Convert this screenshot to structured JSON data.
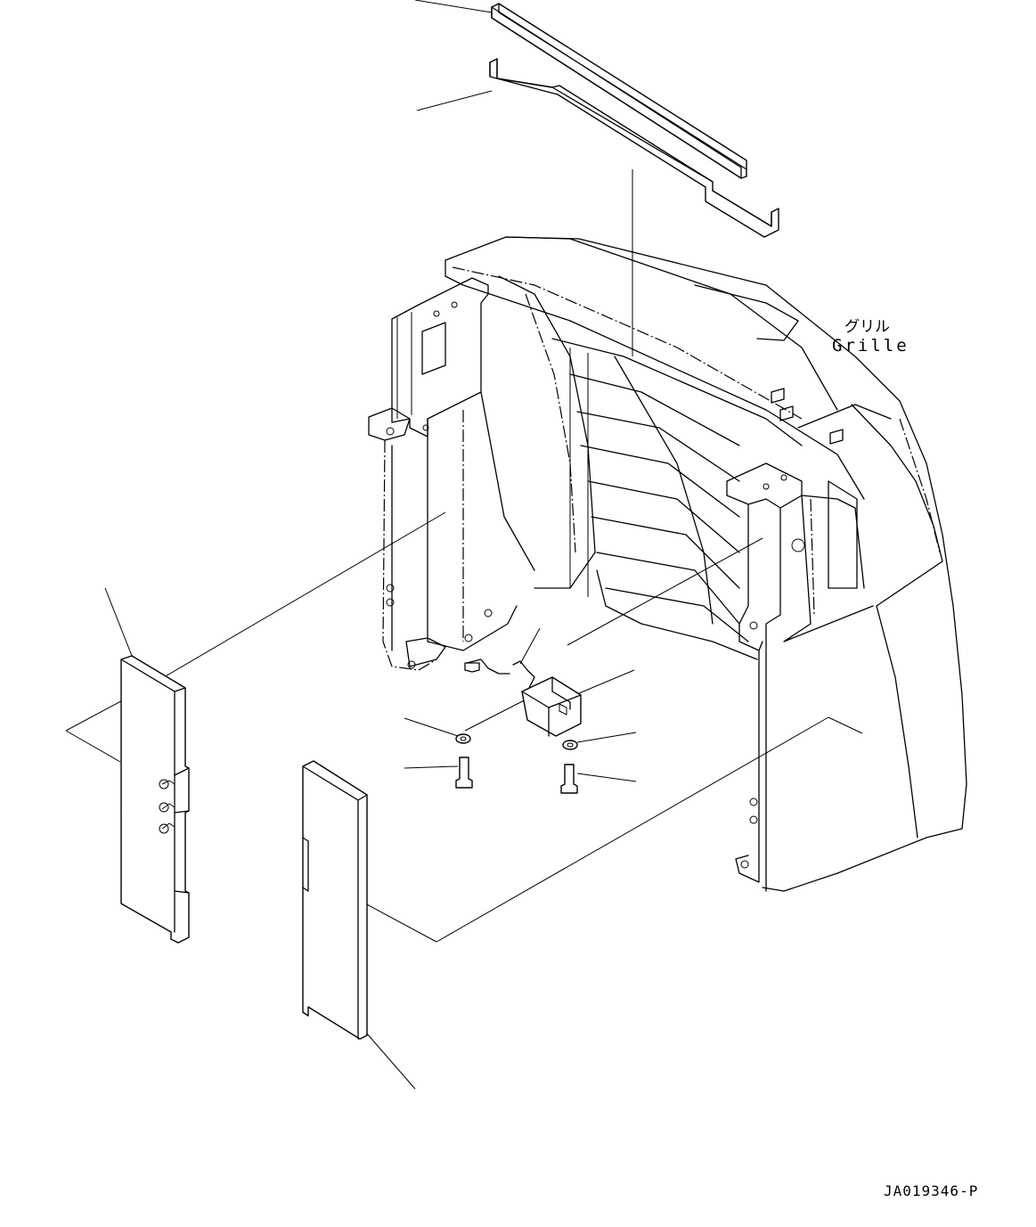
{
  "diagram": {
    "label_grille_jp": "グリル",
    "label_grille_en": "Grille",
    "figure_code": "JA019346-P"
  },
  "colors": {
    "line": "#000000",
    "background": "#ffffff"
  }
}
